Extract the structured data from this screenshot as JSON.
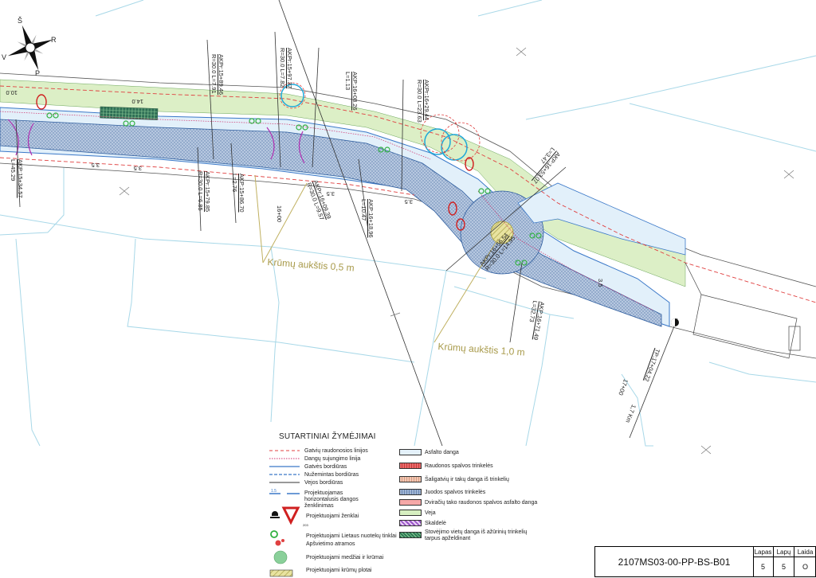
{
  "drawing": {
    "compass": {
      "north": "Š",
      "east": "R",
      "south": "P",
      "west": "V"
    },
    "stations": [
      {
        "id": "s1",
        "lines": [
          "AKP:15+34.57",
          "L=45.29"
        ]
      },
      {
        "id": "s2",
        "lines": [
          "AKPr:15+79.85",
          "R=30.0 L=6.85"
        ]
      },
      {
        "id": "s3",
        "lines": [
          "AKP:15+86.70",
          "L=2.76"
        ]
      },
      {
        "id": "s4",
        "lines": [
          "AKPr:15+89.46",
          "R=30.0 L=7.91"
        ]
      },
      {
        "id": "s5",
        "lines": [
          "AKPr:15+97.37",
          "R=30.0 L=7.82"
        ]
      },
      {
        "id": "s6",
        "lines": [
          "AKP:16+08.26",
          "L=1.13"
        ]
      },
      {
        "id": "s7",
        "lines": [
          "AKPr:16+09.39",
          "R=30.0 L=9.57"
        ]
      },
      {
        "id": "s8",
        "lines": [
          "AKP:16+18.96",
          "L=10.47"
        ]
      },
      {
        "id": "s9",
        "lines": [
          "AKPr:16+29.44",
          "R=30.0 L=23.63"
        ]
      },
      {
        "id": "s10",
        "lines": [
          "AKP:16+53.07",
          "L=3.47"
        ]
      },
      {
        "id": "s11",
        "lines": [
          "AKPr:16+56.54",
          "R=30.0 L=14.95"
        ]
      },
      {
        "id": "s12",
        "lines": [
          "AKP:16+71.49",
          "L=32.73"
        ]
      },
      {
        "id": "s13",
        "lines": [
          "TP:17+04.22"
        ]
      }
    ],
    "chainage": {
      "c1": "16+00",
      "c2": "17+00",
      "km": "1,7 Km"
    },
    "dimensions": {
      "d1": "10.0",
      "d2": "14.0",
      "d3": "3.5",
      "d4": "3.5",
      "d5": "3.5",
      "d6": "3.5",
      "d7": "3.5"
    },
    "annotations": {
      "shrubs_low": "Krūmų aukštis 0,5 m",
      "shrubs_high": "Krūmų aukštis 1,0 m"
    }
  },
  "legend": {
    "title": "SUTARTINIAI ŽYMĖJIMAI",
    "lines": [
      {
        "label": "Gatvių raudonosios linijos",
        "color": "#e04040",
        "style": "dashed"
      },
      {
        "label": "Dangų sujungimo linija",
        "color": "#d0306a",
        "style": "dotted"
      },
      {
        "label": "Gatvės bordiūras",
        "color": "#3a78c8",
        "style": "solid"
      },
      {
        "label": "Nužemintas bordiūras",
        "color": "#3a78c8",
        "style": "dashed"
      },
      {
        "label": "Vejos bordiūras",
        "color": "#333333",
        "style": "solid"
      }
    ],
    "marking": {
      "value": "1.5",
      "label": "Projektuojamas horizontalusis dangos ženklinimas"
    },
    "symbols": [
      {
        "label": "Projektuojami ženklai",
        "sign_number": "203"
      },
      {
        "label": "Projektuojami Lietaus nuotekų tinklai"
      },
      {
        "label": "Apšvietimo atramos"
      },
      {
        "label": "Projektuojami medžiai ir krūmai"
      },
      {
        "label": "Projektuojami krūmų plotai"
      }
    ],
    "surfaces": [
      {
        "label": "Asfalto danga",
        "color": "#e4f1fa"
      },
      {
        "label": "Raudonos spalvos trinkelės",
        "color": "#e86a6a"
      },
      {
        "label": "Šaligatvių ir takų danga iš trinkelių",
        "color": "#f2c8b4"
      },
      {
        "label": "Juodos spalvos trinkelės",
        "color": "#9fb4d2"
      },
      {
        "label": "Dviračių tako raudonos spalvos asfalto danga",
        "color": "#f6a8a8"
      },
      {
        "label": "Veja",
        "color": "#d6efc0"
      },
      {
        "label": "Skaldelė",
        "color": "#9a55c8"
      },
      {
        "label": "Stovėjimo vietų danga iš ažūrinių trinkelių tarpus apželdinant",
        "color": "#2f7a55"
      }
    ]
  },
  "title_block": {
    "code": "2107MS03-00-PP-BS-B01",
    "headers": [
      "Lapas",
      "Lapų",
      "Laida"
    ],
    "values": [
      "5",
      "5",
      "O"
    ]
  }
}
